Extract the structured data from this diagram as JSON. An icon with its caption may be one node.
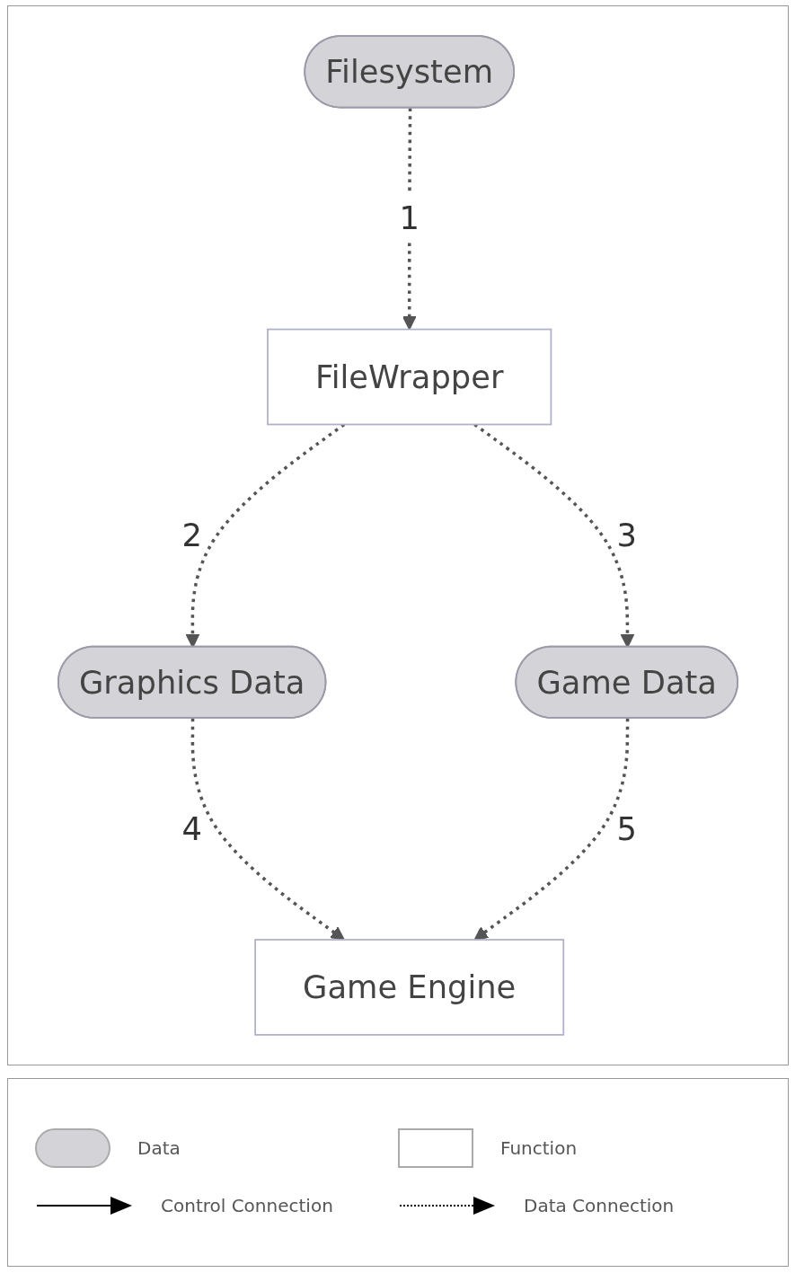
{
  "diagram": {
    "nodes": [
      {
        "text": [
          "Filesystem"
        ]
      },
      {
        "text": [
          "FileWrapper"
        ]
      },
      {
        "text": [
          "Game Data"
        ]
      },
      {
        "text": [
          "Graphics Data"
        ]
      },
      {
        "text": [
          "Game Engine"
        ]
      }
    ],
    "edges": [
      {
        "from": 0,
        "to": 1,
        "arrow": "to",
        "label": "1",
        "style": "dashed"
      },
      {
        "from": 1,
        "to": 3,
        "arrow": "to",
        "label": "2",
        "style": "dashed"
      },
      {
        "from": 1,
        "to": 2,
        "arrow": "to",
        "label": "3",
        "style": "dashed"
      },
      {
        "from": 3,
        "to": 4,
        "arrow": "to",
        "label": "4",
        "style": "dashed"
      },
      {
        "from": 2,
        "to": 4,
        "arrow": "to",
        "label": "5",
        "style": "dashed"
      }
    ],
    "legend": [
      {
        "text": "Data",
        "color": "#d4d4d8"
      },
      {
        "text": "Function",
        "color": "#ffffff"
      },
      {
        "text": "Control Connection"
      },
      {
        "text": "Data Connection"
      }
    ]
  }
}
